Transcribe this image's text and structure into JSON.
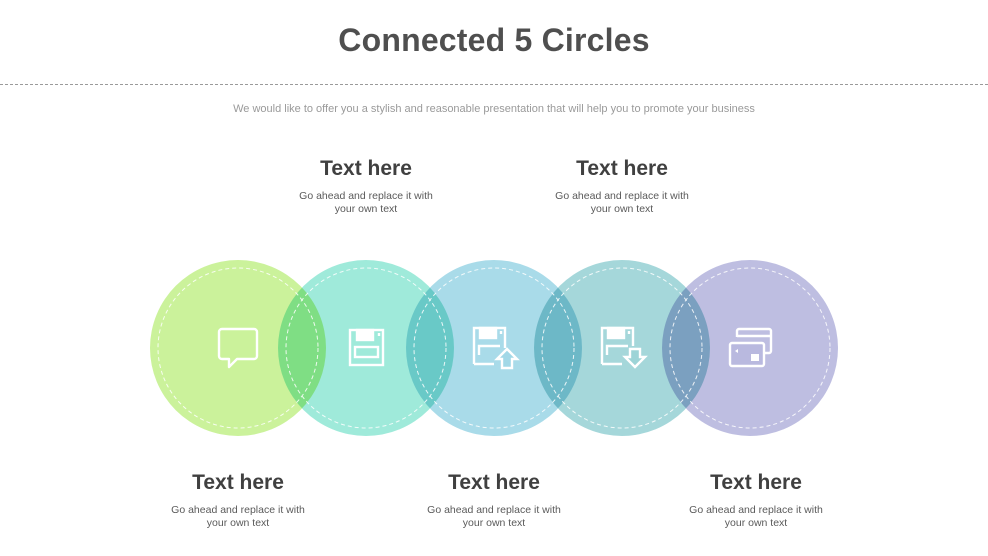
{
  "title": "Connected 5 Circles",
  "subtitle": "We would like to offer you a stylish and reasonable presentation that will help you to promote your business",
  "circles": [
    {
      "icon": "speech-bubble-icon",
      "color": "#cbf29b",
      "heading": "Text here",
      "body_line1": "Go ahead and replace it with",
      "body_line2": "your own text",
      "label_position": "bottom"
    },
    {
      "icon": "floppy-disk-icon",
      "color": "#97e9d7",
      "heading": "Text here",
      "body_line1": "Go ahead and replace it with",
      "body_line2": "your own text",
      "label_position": "top"
    },
    {
      "icon": "floppy-disk-upload-icon",
      "color": "#a2d8e7",
      "heading": "Text here",
      "body_line1": "Go ahead and replace it with",
      "body_line2": "your own text",
      "label_position": "bottom"
    },
    {
      "icon": "floppy-disk-download-icon",
      "color": "#9dd4d7",
      "heading": "Text here",
      "body_line1": "Go ahead and replace it with",
      "body_line2": "your own text",
      "label_position": "top"
    },
    {
      "icon": "credit-cards-icon",
      "color": "#b9b9df",
      "heading": "Text here",
      "body_line1": "Go ahead and replace it with",
      "body_line2": "your own text",
      "label_position": "bottom"
    }
  ]
}
